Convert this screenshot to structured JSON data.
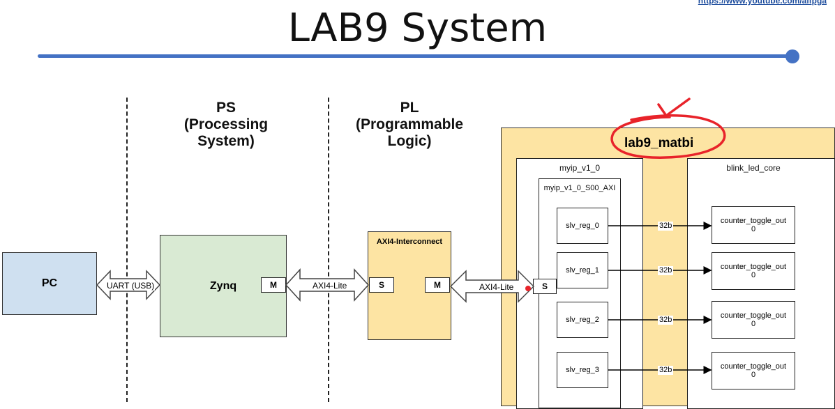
{
  "header": {
    "url": "https://www.youtube.com/aifpga",
    "title": "LAB9 System"
  },
  "sections": {
    "ps": {
      "line1": "PS",
      "line2": "(Processing",
      "line3": "System)"
    },
    "pl": {
      "line1": "PL",
      "line2": "(Programmable",
      "line3": "Logic)"
    }
  },
  "blocks": {
    "pc": "PC",
    "zynq": "Zynq",
    "interconnect": "AXI4-Interconnect",
    "lab9": "lab9_matbi",
    "myip": "myip_v1_0",
    "myip_axi": "myip_v1_0_S00_AXI",
    "blink": "blink_led_core"
  },
  "ports": {
    "zynq_m": "M",
    "ic_s": "S",
    "ic_m": "M",
    "axi_s": "S"
  },
  "links": {
    "uart": "UART (USB)",
    "axi_lite_1": "AXI4-Lite",
    "axi_lite_2": "AXI4-Lite"
  },
  "registers": [
    "slv_reg_0",
    "slv_reg_1",
    "slv_reg_2",
    "slv_reg_3"
  ],
  "bus_width": "32b",
  "counters": [
    {
      "name": "counter_toggle_out",
      "index": "0"
    },
    {
      "name": "counter_toggle_out",
      "index": "0"
    },
    {
      "name": "counter_toggle_out",
      "index": "0"
    },
    {
      "name": "counter_toggle_out",
      "index": "0"
    }
  ],
  "colors": {
    "accent": "#4472c4",
    "pc_fill": "#cfe0f0",
    "zynq_fill": "#d9ead3",
    "pl_fill": "#fde4a3",
    "annotation": "#e8232a"
  }
}
